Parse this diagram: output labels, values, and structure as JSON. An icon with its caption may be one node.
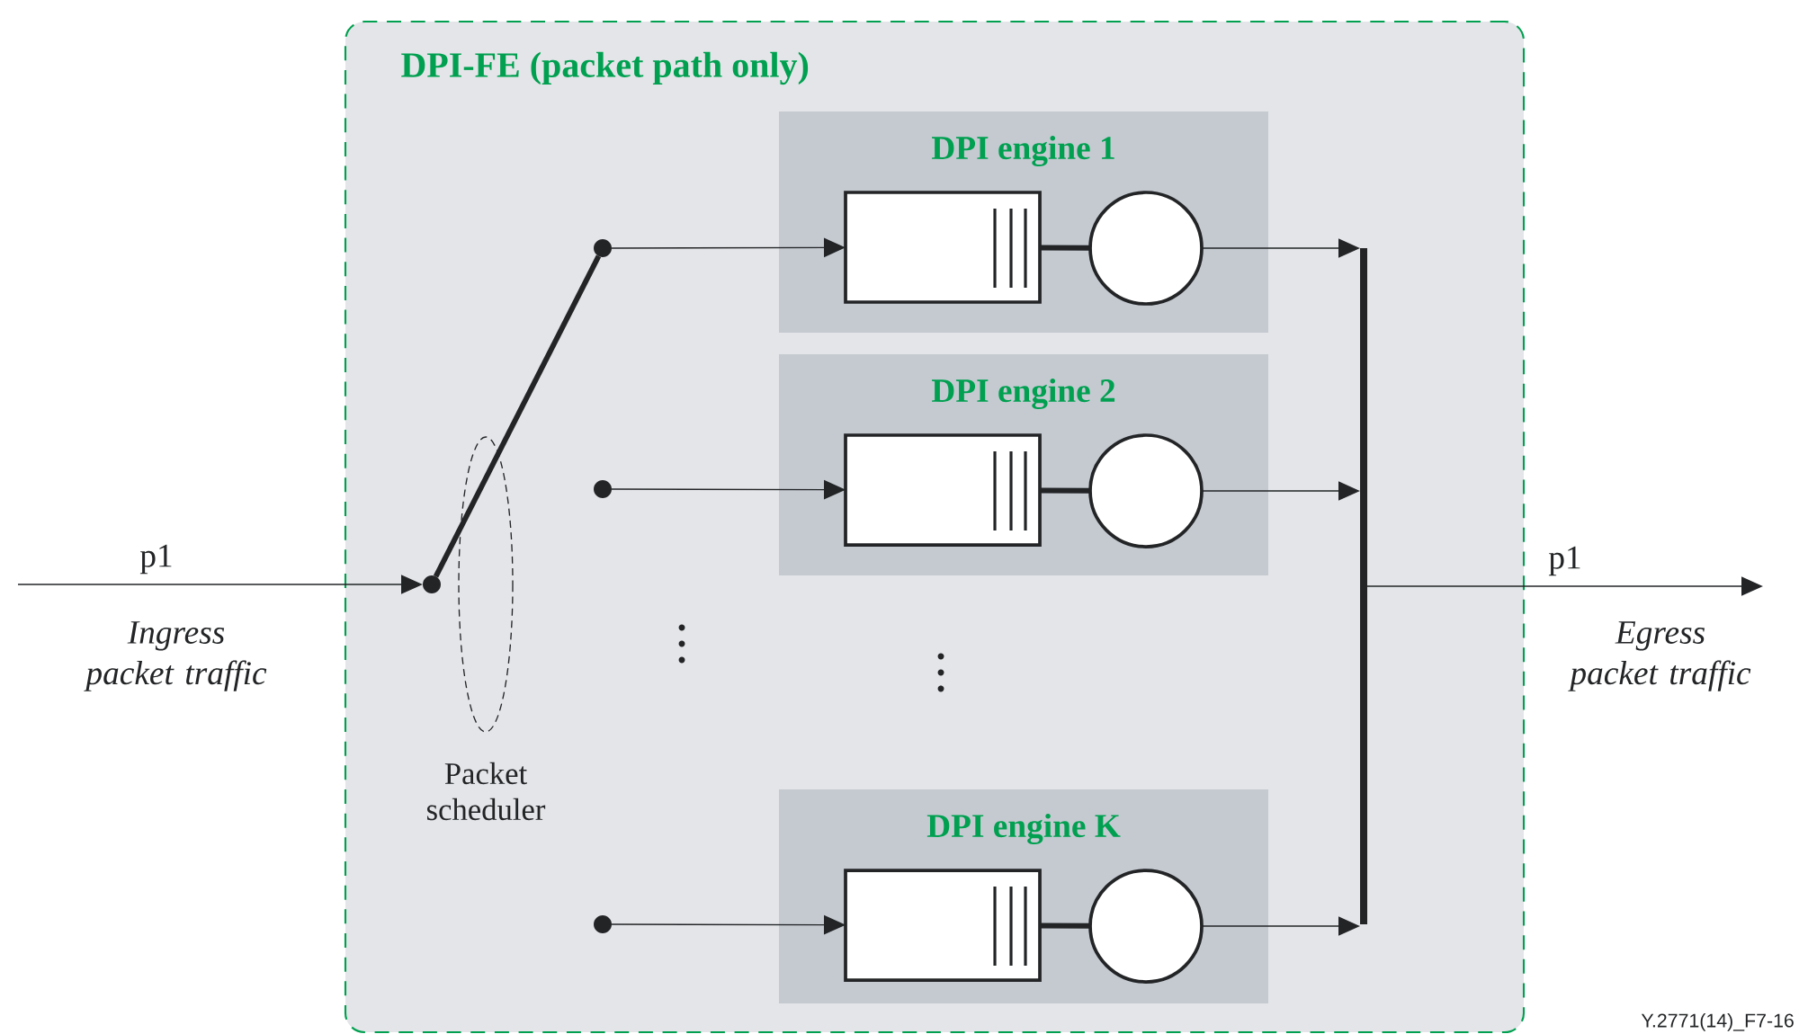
{
  "diagram": {
    "nodes": [
      {
        "text": [
          "DPI-FE (packet path only)"
        ]
      },
      {
        "text": [
          "DPI engine 1"
        ],
        "in": 0
      },
      {
        "text": [],
        "shape": "box",
        "in": 1
      },
      {
        "text": [],
        "shape": "circle",
        "in": 1
      },
      {
        "text": [
          "DPI engine 2"
        ],
        "in": 0
      },
      {
        "text": [],
        "shape": "box",
        "in": 4
      },
      {
        "text": [],
        "shape": "circle",
        "in": 4
      },
      {
        "text": [
          "DPI engine K"
        ],
        "in": 0
      },
      {
        "text": [],
        "shape": "box",
        "in": 7
      },
      {
        "text": [],
        "shape": "circle",
        "in": 7
      },
      {
        "text": [],
        "shape": "dot",
        "in": 0
      },
      {
        "text": [],
        "shape": "dot",
        "in": 0
      },
      {
        "text": [],
        "shape": "dot",
        "in": 0
      },
      {
        "text": [],
        "shape": "dot",
        "in": 0
      },
      {
        "text": [],
        "shape": "bar",
        "in": 0
      },
      {
        "text": [
          "Ingress packet traffic"
        ]
      },
      {
        "text": [
          "Egress packet traffic"
        ]
      }
    ],
    "edges": [
      {
        "from": 15,
        "to": 10,
        "arrow": "to",
        "label": "p1"
      },
      {
        "from": 10,
        "to": 11,
        "arrow": "none",
        "style": "thick"
      },
      {
        "from": 11,
        "to": 2,
        "arrow": "to"
      },
      {
        "from": 12,
        "to": 5,
        "arrow": "to"
      },
      {
        "from": 13,
        "to": 8,
        "arrow": "to"
      },
      {
        "from": 2,
        "to": 3,
        "arrow": "none",
        "style": "thick"
      },
      {
        "from": 5,
        "to": 6,
        "arrow": "none",
        "style": "thick"
      },
      {
        "from": 8,
        "to": 9,
        "arrow": "none",
        "style": "thick"
      },
      {
        "from": 3,
        "to": 14,
        "arrow": "to"
      },
      {
        "from": 6,
        "to": 14,
        "arrow": "to"
      },
      {
        "from": 9,
        "to": 14,
        "arrow": "to"
      },
      {
        "from": 14,
        "to": 16,
        "arrow": "to",
        "label": "p1"
      }
    ],
    "labels": [
      "Packet scheduler",
      "Y.2771(14)_F7-16"
    ]
  }
}
